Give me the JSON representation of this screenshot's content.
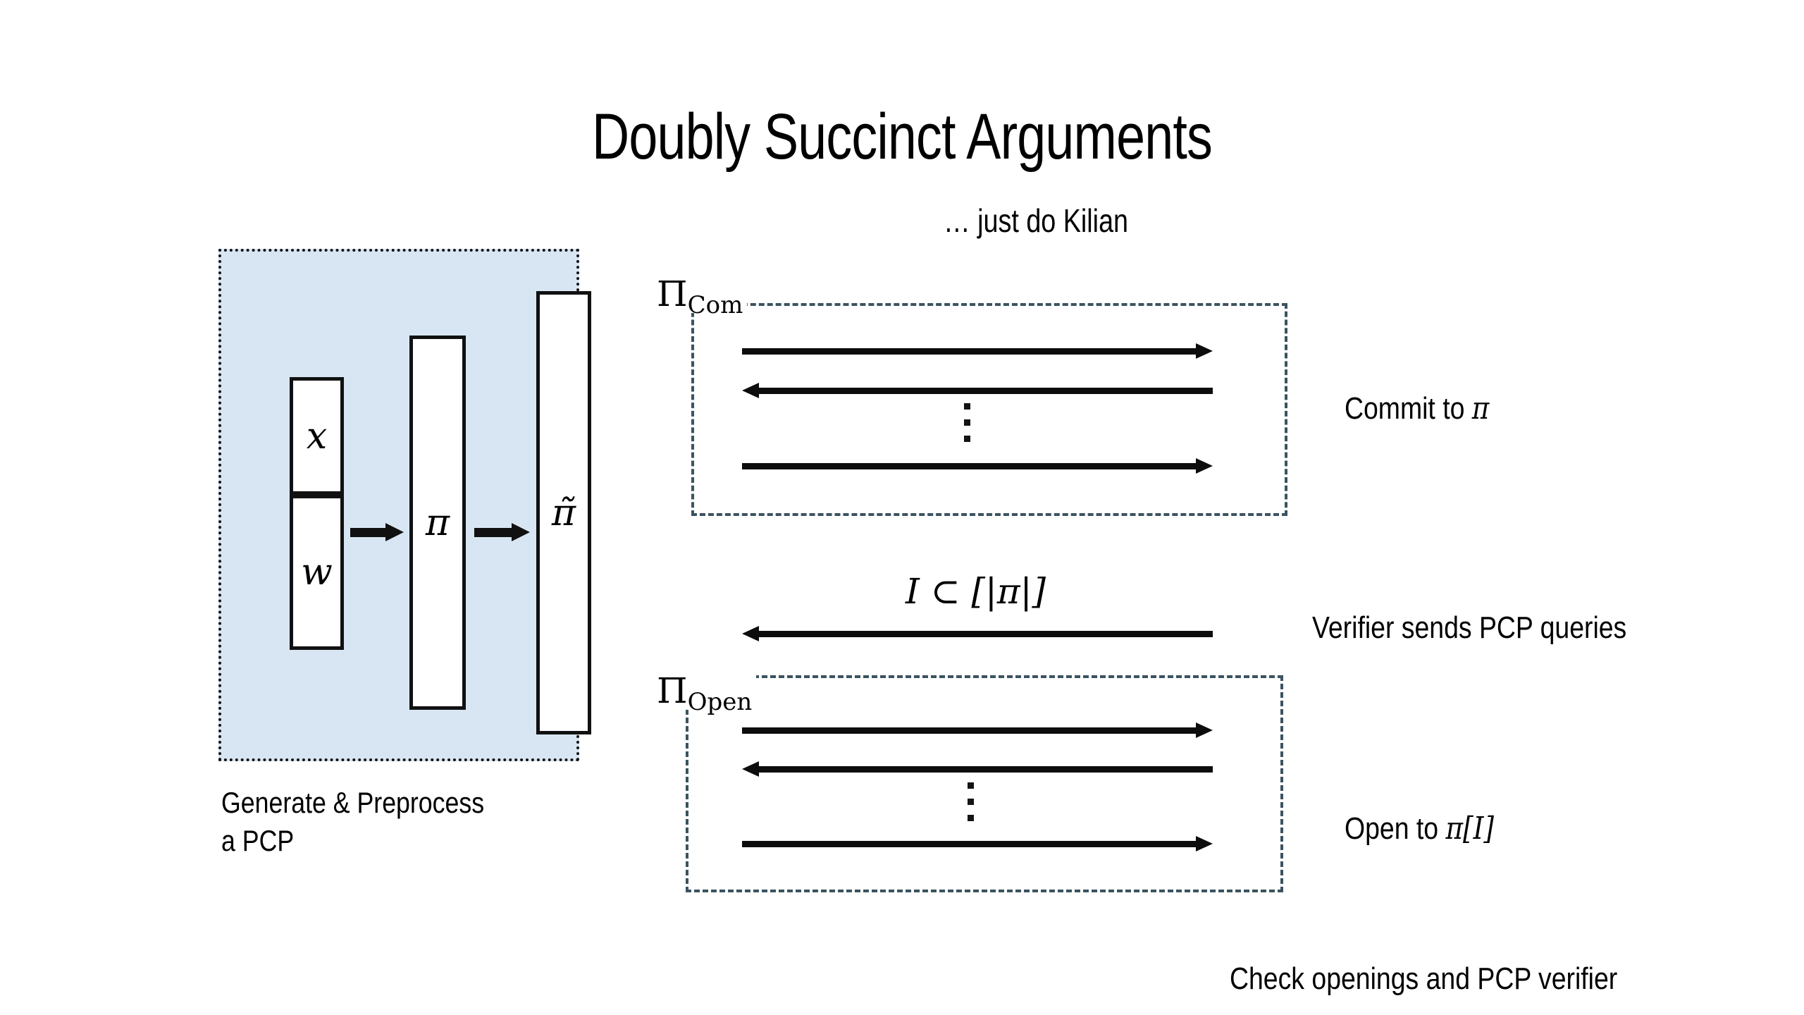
{
  "slide": {
    "title": "Doubly Succinct Arguments",
    "subtitle": "… just do Kilian",
    "background_color": "#ffffff"
  },
  "colors": {
    "panel_fill": "#d8e6f3",
    "panel_border": "#111111",
    "protocol_border": "#3b5360",
    "arrow": "#0d0d0d",
    "text": "#000000"
  },
  "preprocess_panel": {
    "caption_line1": "Generate & Preprocess",
    "caption_line2": "a PCP",
    "bars": [
      {
        "label": "x",
        "name": "instance-bar"
      },
      {
        "label": "w",
        "name": "witness-bar"
      },
      {
        "label": "π",
        "name": "pcp-bar"
      },
      {
        "label": "π̃",
        "name": "preprocessed-pcp-bar"
      }
    ],
    "arrows": [
      {
        "name": "generate-arrow",
        "direction": "right"
      },
      {
        "name": "preprocess-arrow",
        "direction": "right"
      }
    ]
  },
  "protocols": [
    {
      "id": "commit",
      "label_main": "Π",
      "label_sub": "Com",
      "annotation_prefix": "Commit to ",
      "annotation_math": "π",
      "messages": [
        {
          "direction": "right",
          "name": "prover-to-verifier-1"
        },
        {
          "direction": "left",
          "name": "verifier-to-prover-1"
        },
        {
          "direction": "right",
          "name": "prover-to-verifier-last"
        }
      ],
      "ellipsis": "⋮"
    },
    {
      "id": "open",
      "label_main": "Π",
      "label_sub": "Open",
      "annotation_prefix": "Open to ",
      "annotation_math": "π[I]",
      "messages": [
        {
          "direction": "right",
          "name": "prover-to-verifier-1"
        },
        {
          "direction": "left",
          "name": "verifier-to-prover-1"
        },
        {
          "direction": "right",
          "name": "prover-to-verifier-last"
        }
      ],
      "ellipsis": "⋮"
    }
  ],
  "query_step": {
    "math": "I ⊂ [|π|]",
    "annotation": "Verifier sends PCP queries",
    "direction": "left"
  },
  "footer": {
    "text": "Check openings and PCP verifier"
  }
}
